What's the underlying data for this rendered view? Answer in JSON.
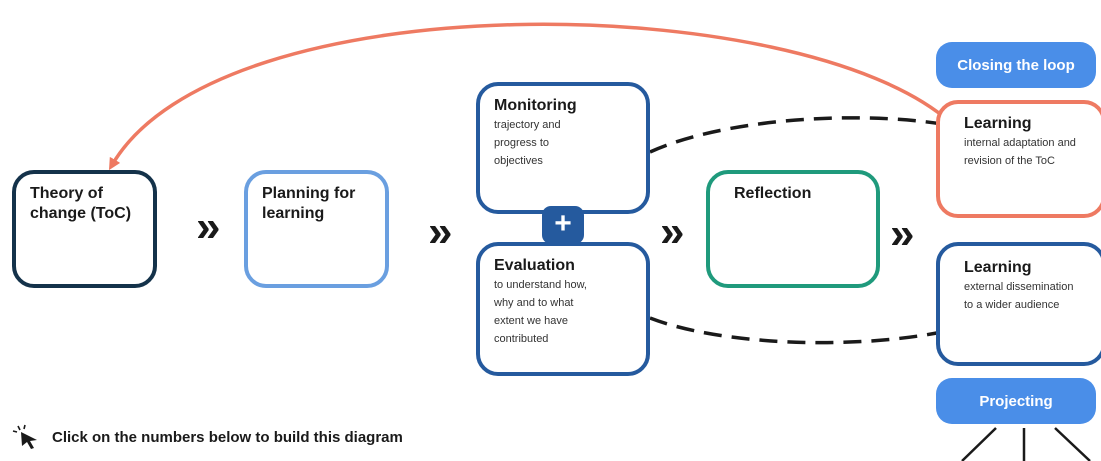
{
  "colors": {
    "dark": "#14324a",
    "light_blue": "#6a9fe0",
    "mid_blue": "#255a9e",
    "green": "#1f9a7c",
    "coral": "#ee7a62",
    "pill_blue": "#4a8ee8",
    "dash": "#1a1a1a"
  },
  "diagram": {
    "theory": {
      "title": "Theory of change (ToC)"
    },
    "planning": {
      "title": "Planning for learning"
    },
    "monitoring": {
      "title": "Monitoring",
      "text": "trajectory and progress to objectives"
    },
    "plus_symbol": "+",
    "evaluation": {
      "title": "Evaluation",
      "text": "to understand how, why and to what extent we have contributed"
    },
    "reflection": {
      "title": "Reflection"
    },
    "closing_loop": "Closing the loop",
    "learning_internal": {
      "title": "Learning",
      "text": "internal adaptation and revision of the ToC"
    },
    "learning_external": {
      "title": "Learning",
      "text": "external dissemination to a wider audience"
    },
    "projecting": "Projecting",
    "chevron": "»"
  },
  "instruction": {
    "icon": "cursor-click-icon",
    "text": "Click on the numbers below to build this diagram"
  }
}
